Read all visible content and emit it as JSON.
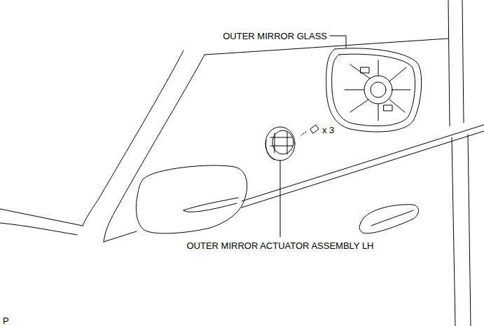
{
  "diagram": {
    "labels": [
      "OUTER MIRROR GLASS",
      "x 3",
      "OUTER MIRROR ACTUATOR ASSEMBLY LH",
      "P"
    ]
  }
}
